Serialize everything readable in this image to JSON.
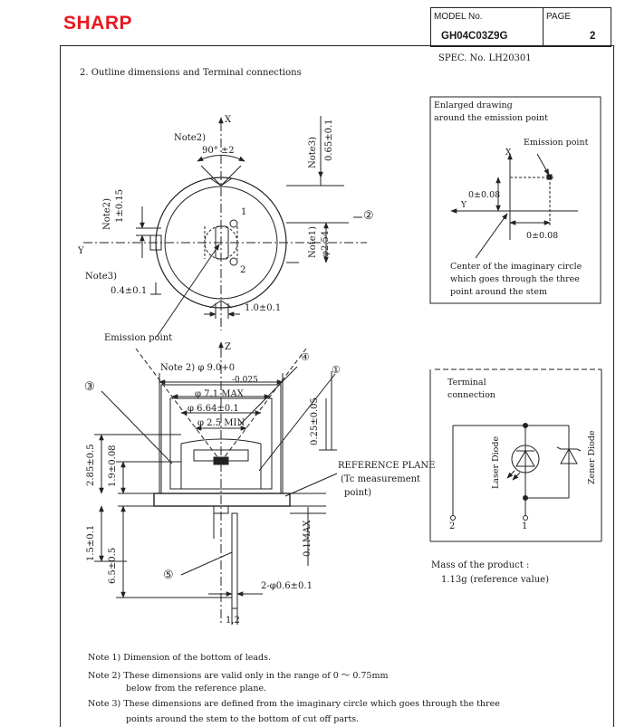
{
  "header": {
    "logo": "SHARP",
    "model_label": "MODEL No.",
    "model_value": "GH04C03Z9G",
    "page_label": "PAGE",
    "page_value": "2",
    "spec": "SPEC. No. LH20301"
  },
  "section_title": "2. Outline dimensions and Terminal connections",
  "top_view": {
    "x_axis": "X",
    "y_axis": "Y",
    "note2": "Note2)",
    "angle": "90° ±2",
    "note3_top": "Note3)",
    "dim_065": "0.65±0.1",
    "note2_left": "Note2)",
    "dim_1_015": "1±0.15",
    "note1": "Note1)",
    "dim_phi254": "φ2.54",
    "circle2": "②",
    "pin1": "1",
    "pin2": "2",
    "note3_left": "Note3)",
    "dim_04": "0.4±0.1",
    "dim_10": "1.0±0.1",
    "emission_point": "Emission point"
  },
  "side_view": {
    "z_axis": "Z",
    "note2_phi": "Note 2) φ 9.0+0",
    "tol_002": "-0.025",
    "phi_71": "φ 7.1 MAX",
    "phi_664": "φ 6.64±0.1",
    "phi_25": "φ 2.5 MIN",
    "dim_025": "0.25±0.05",
    "circle3": "③",
    "circle4": "④",
    "circle1": "①",
    "ref_plane": "REFERENCE PLANE",
    "tc_point_1": "(Tc measurement",
    "tc_point_2": "point)",
    "dim_285": "2.85±0.5",
    "dim_19": "1.9±0.08",
    "dim_15": "1.5±0.1",
    "dim_65": "6.5±0.5",
    "dim_01max": "0.1MAX",
    "circle5": "⑤",
    "dim_pins": "2-φ0.6±0.1",
    "pins_label": "1,2"
  },
  "enlarged": {
    "title_1": "Enlarged drawing",
    "title_2": "around the emission point",
    "emission_point": "Emission point",
    "x_axis": "X",
    "y_axis": "Y",
    "dim_y": "0±0.08",
    "dim_x": "0±0.08",
    "center_1": "Center of the imaginary circle",
    "center_2": "which goes through the three",
    "center_3": "point around the stem"
  },
  "terminal": {
    "title_1": "Terminal",
    "title_2": "connection",
    "laser_diode": "Laser Diode",
    "zener_diode": "Zener Diode",
    "pin2": "2",
    "pin1": "1"
  },
  "mass": {
    "label": "Mass of the product :",
    "value": "1.13g (reference value)"
  },
  "notes": [
    "Note 1) Dimension of the bottom of leads.",
    "Note 2) These dimensions are valid only in the range of 0 ～ 0.75mm",
    "below from the reference plane.",
    "Note 3) These dimensions are defined from the imaginary circle which goes through the three",
    "points around the stem to the bottom of cut off parts."
  ]
}
